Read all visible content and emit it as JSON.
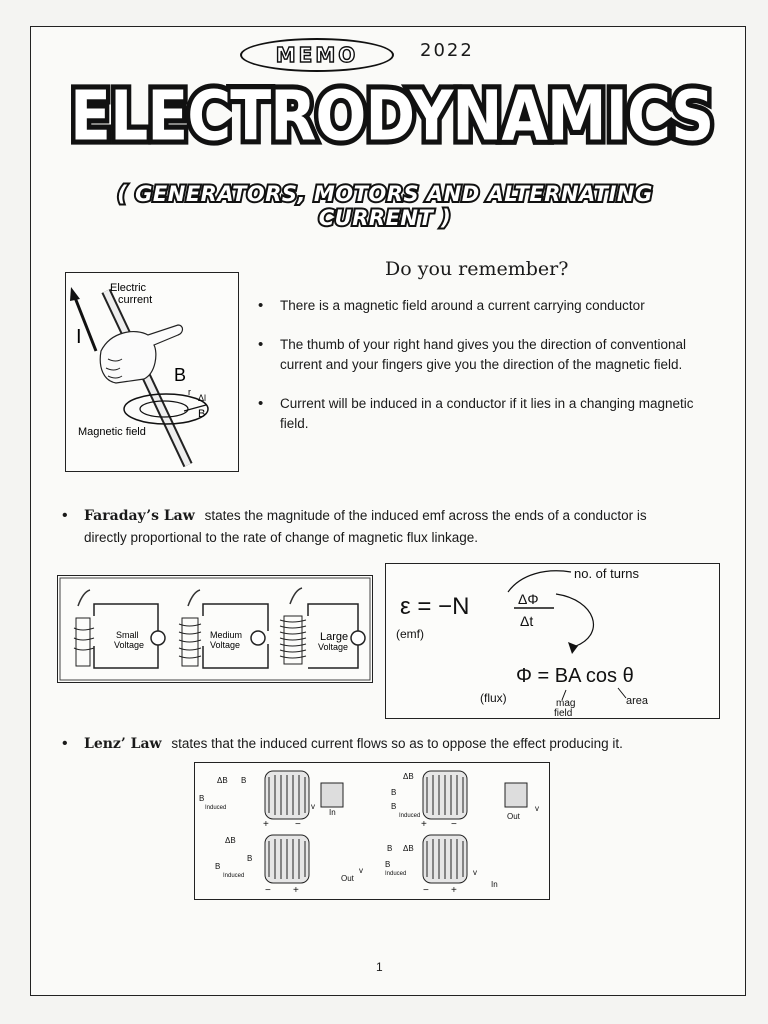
{
  "header": {
    "memo": "MEMO",
    "year": "2022",
    "title": "ELECTRODYNAMICS",
    "subtitle": "( Generators, Motors and Alternating Current )"
  },
  "remember": {
    "heading": "Do you remember?",
    "bullets": [
      "There is a magnetic field around a current carrying conductor",
      "The thumb of your right hand gives you the direction of conventional current and your fingers give you the direction of the magnetic field.",
      "Current will be induced in a conductor if it lies in a changing magnetic field."
    ],
    "figure": {
      "electric": "Electric",
      "current": "current",
      "I": "I",
      "B": "B",
      "dl": "Δl",
      "r": "r",
      "Bll": "B",
      "magnetic_field": "Magnetic field"
    }
  },
  "faraday": {
    "name": "Faraday’s Law",
    "text": "states the magnitude of the induced emf across the ends of a conductor is",
    "text2": "directly proportional to the rate of change of magnetic flux linkage.",
    "coils": [
      {
        "line1": "Small",
        "line2": "Voltage"
      },
      {
        "line1": "Medium",
        "line2": "Voltage"
      },
      {
        "line1": "Large",
        "line2": "Voltage"
      }
    ],
    "handwritten": {
      "turns": "no. of turns",
      "emf_eq": "ε = −N",
      "frac_num": "ΔΦ",
      "frac_den": "Δt",
      "emf": "(emf)",
      "flux_eq": "Φ = BA cos θ",
      "flux": "(flux)",
      "mag": "mag",
      "field": "field",
      "area": "area"
    }
  },
  "lenz": {
    "name": "Lenz’ Law",
    "text": "states that the induced current flows so as to oppose the effect producing it.",
    "panels": [
      {
        "db": "ΔB",
        "b": "B",
        "bi": "B",
        "induced": "Induced",
        "dir": "In",
        "v": "v"
      },
      {
        "db": "ΔB",
        "b": "B",
        "bi": "B",
        "induced": "Induced",
        "dir": "Out",
        "v": "v"
      },
      {
        "db": "ΔB",
        "b": "B",
        "bi": "B",
        "induced": "Induced",
        "dir": "Out",
        "v": "v"
      },
      {
        "db": "ΔB",
        "b": "B",
        "bi": "B",
        "induced": "Induced",
        "dir": "In",
        "v": "v"
      }
    ]
  },
  "page_number": "1"
}
